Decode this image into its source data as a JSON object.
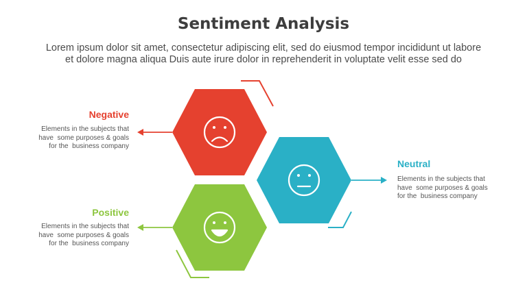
{
  "header": {
    "title": "Sentiment Analysis",
    "subtitle_line1": "Lorem ipsum dolor sit amet, consectetur adipiscing elit, sed do eiusmod tempor incididunt ut labore",
    "subtitle_line2": "et dolore magna aliqua Duis aute irure dolor in reprehenderit in voluptate velit esse sed do"
  },
  "items": [
    {
      "label": "Negative",
      "desc": [
        "Elements in the subjects that",
        "have  some purposes & goals",
        "for the  business company"
      ],
      "color": "#e5412f",
      "icon": "sad-face-icon"
    },
    {
      "label": "Neutral",
      "desc": [
        "Elements in the subjects that",
        "have  some purposes & goals",
        "for the  business company"
      ],
      "color": "#2ab0c6",
      "icon": "neutral-face-icon"
    },
    {
      "label": "Positive",
      "desc": [
        "Elements in the subjects that",
        "have  some purposes & goals",
        "for the  business company"
      ],
      "color": "#8dc63f",
      "icon": "happy-face-icon"
    }
  ],
  "colors": {
    "text": "#3d3d3d",
    "face": "#ffffff"
  }
}
